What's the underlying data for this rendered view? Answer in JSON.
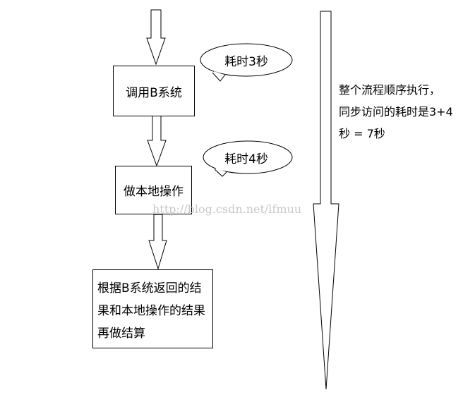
{
  "steps": {
    "call_b": "调用B系统",
    "local_op": "做本地操作",
    "result_lines": [
      "根据B系统返回的结",
      "果和本地操作的结果",
      "再做结算"
    ]
  },
  "bubbles": {
    "b_time": "耗时3秒",
    "local_time": "耗时4秒"
  },
  "note": {
    "lines": [
      "整个流程顺序执行，",
      "同步访问的耗时是3+4",
      "秒 = 7秒"
    ]
  },
  "watermark": "http://blog.csdn.net/lfmuu"
}
